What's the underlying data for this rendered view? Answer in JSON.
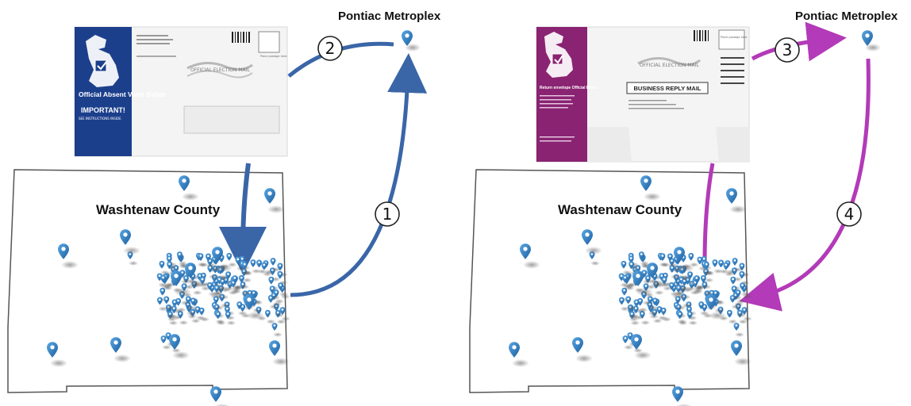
{
  "left": {
    "county_label": "Washtenaw County",
    "metro_label": "Pontiac Metroplex",
    "step_top": "2",
    "step_side": "1",
    "envelope": {
      "side_title": "Official Absent Voter Ballot",
      "side_note": "IMPORTANT!",
      "side_subnote": "SEE INSTRUCTIONS INSIDE",
      "stamp_text": "Place postage here",
      "mail_text": "OFFICIAL ELECTION MAIL",
      "color": "#1c3f8c"
    }
  },
  "right": {
    "county_label": "Washtenaw County",
    "metro_label": "Pontiac Metroplex",
    "step_top": "3",
    "step_side": "4",
    "envelope": {
      "side_title": "Return envelope Official Ballot",
      "stamp_text": "Place postage here",
      "mail_text": "OFFICIAL ELECTION MAIL",
      "reply_text": "BUSINESS REPLY MAIL",
      "color": "#8a2372"
    }
  },
  "colors": {
    "blue_arrow": "#3a66a8",
    "purple_arrow": "#b33ab8",
    "pin": "#2f7fc4"
  },
  "icons": [
    "location-pin-icon",
    "michigan-map-icon",
    "barcode-icon",
    "arrow-icon"
  ]
}
